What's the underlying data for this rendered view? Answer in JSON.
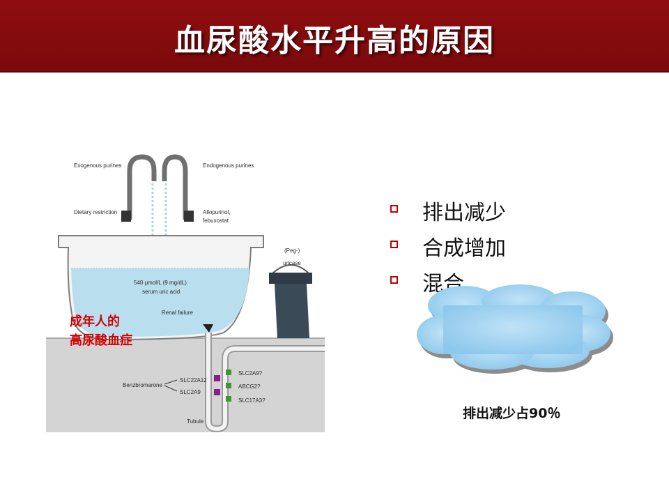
{
  "slide": {
    "title": "血尿酸水平升高的原因"
  },
  "bullets": [
    {
      "text": "排出减少"
    },
    {
      "text": "合成增加"
    },
    {
      "text": "混合"
    }
  ],
  "cloud": {
    "line1": "成年人的",
    "line2": "高尿酸血症"
  },
  "note": "排出减少占90％",
  "diagram": {
    "exogenous": "Exogenous purines",
    "endogenous": "Endogenous purines",
    "dietary": "Dietary restriction",
    "allopurinol": "Allopurinol,",
    "febuxostat": "febuxostat",
    "peg": "(Peg-)",
    "uricase": "uricase",
    "level": "540 μmol/L (9 mg/dL)",
    "serum": "serum uric acid",
    "renal": "Renal failure",
    "benz": "Benzbromarone",
    "slc22a12": "SLC22A12",
    "slc2a9_left": "SLC2A9",
    "slc2a9_right": "SLC2A9?",
    "abcg2": "ABCG2?",
    "slc17a3": "SLC17A3?",
    "tubule": "Tubule"
  },
  "colors": {
    "header": "#8b0c0f",
    "bullet_box": "#c00000",
    "cloud_fill": "#9fd2f2",
    "cloud_text": "#d40000",
    "water": "#b9dfee",
    "purple_transporter": "#8b1a8b",
    "green_transporter": "#3a9a2a"
  }
}
